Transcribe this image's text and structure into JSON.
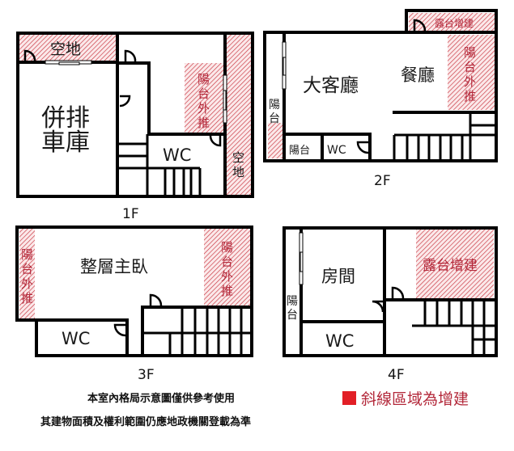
{
  "colors": {
    "hatch": "#c8323c",
    "hatch_bg": "#fbe9ea",
    "label_red": "#b3283a",
    "legend_red": "#e21f26",
    "wall": "#000000"
  },
  "floors": {
    "f1": {
      "label": "1F",
      "rooms": {
        "open_top": "空地",
        "garage_line1": "併排",
        "garage_line2": "車庫",
        "balcony_ext": [
          "陽",
          "台",
          "外",
          "推"
        ],
        "wc": "WC",
        "open_right": [
          "空",
          "地"
        ]
      }
    },
    "f2": {
      "label": "2F",
      "rooms": {
        "terrace_add": "露台增建",
        "living": "大客廳",
        "dining": "餐廳",
        "balcony_ext": [
          "陽",
          "台",
          "外",
          "推"
        ],
        "balcony_left": [
          "陽",
          "台"
        ],
        "balcony_small": "陽台",
        "wc": "WC"
      }
    },
    "f3": {
      "label": "3F",
      "rooms": {
        "master": "整層主臥",
        "balcony_left": [
          "陽",
          "台",
          "外",
          "推"
        ],
        "balcony_right": [
          "陽",
          "台",
          "外",
          "推"
        ],
        "wc": "WC"
      }
    },
    "f4": {
      "label": "4F",
      "rooms": {
        "room": "房間",
        "terrace_add": "露台增建",
        "balcony": [
          "陽",
          "台"
        ],
        "wc": "WC"
      }
    }
  },
  "notes": {
    "line1": "本室內格局示意圖僅供參考使用",
    "line2": "其建物面積及權利範圍仍應地政機關登載為準"
  },
  "legend": {
    "text": "斜線區域為增建"
  }
}
